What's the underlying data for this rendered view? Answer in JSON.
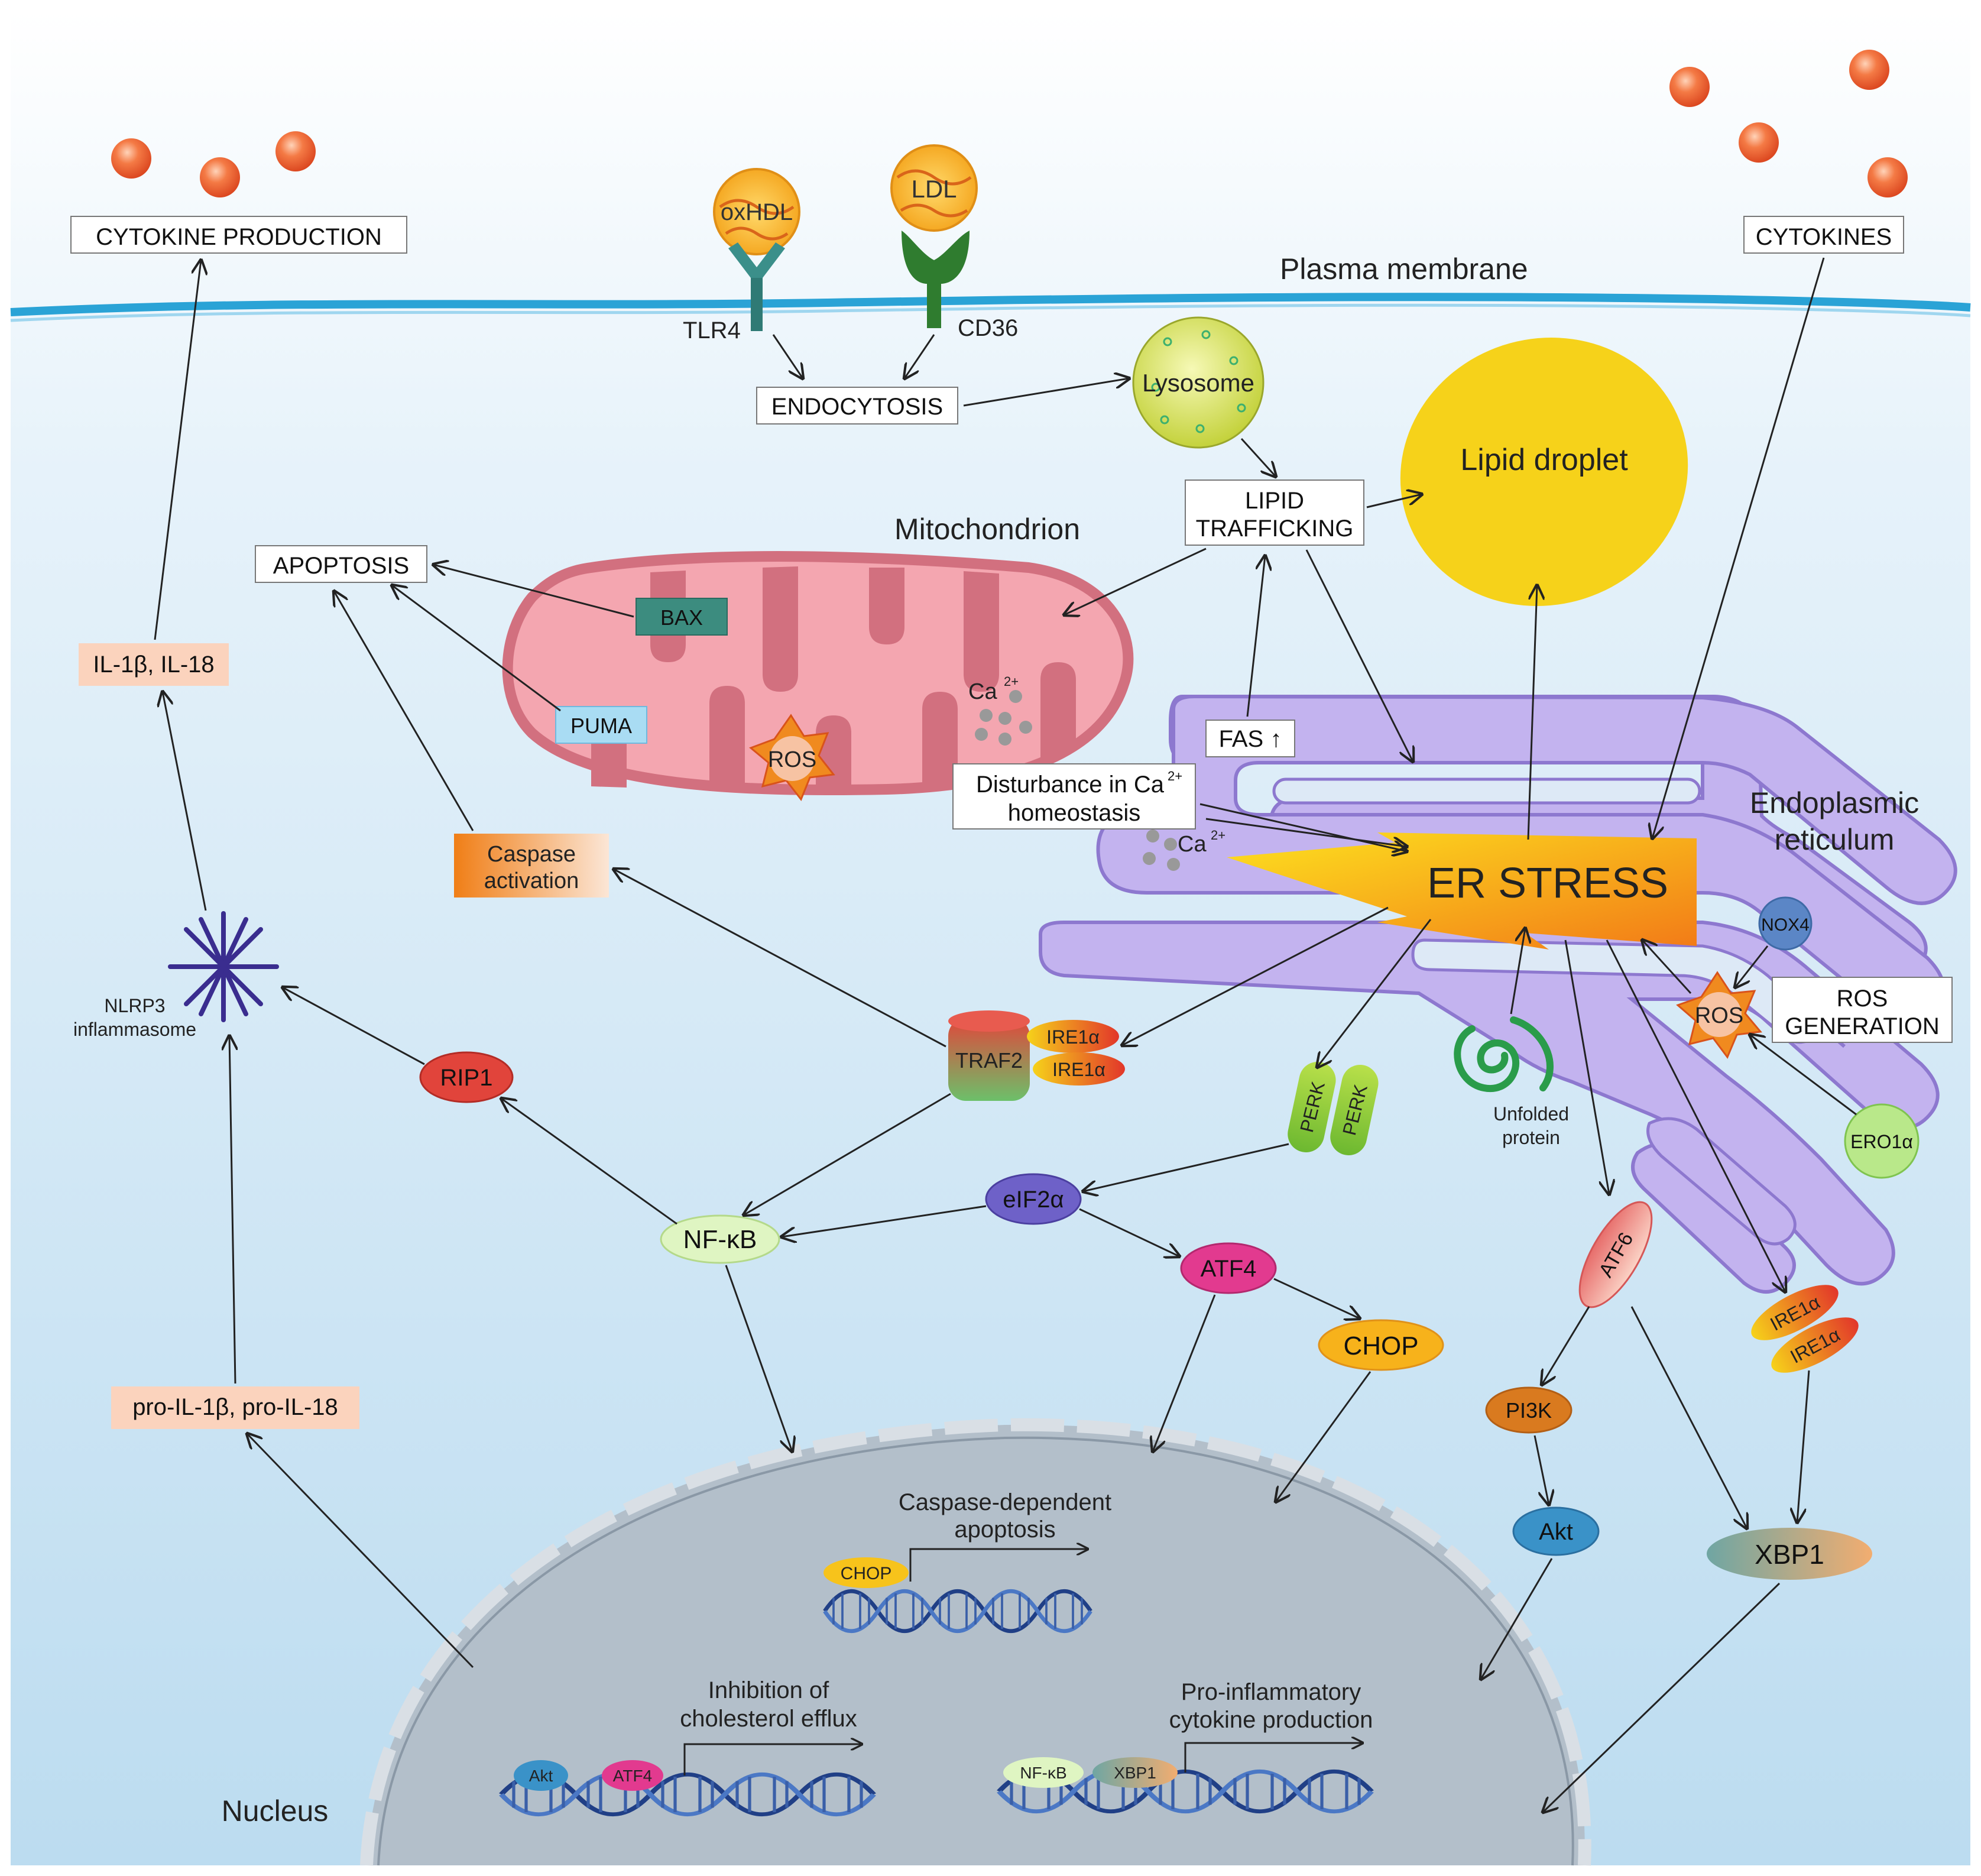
{
  "labels": {
    "cytokine_production": "CYTOKINE PRODUCTION",
    "cytokines": "CYTOKINES",
    "plasma_membrane": "Plasma membrane",
    "oxhdl": "oxHDL",
    "ldl": "LDL",
    "tlr4": "TLR4",
    "cd36": "CD36",
    "endocytosis": "ENDOCYTOSIS",
    "lysosome": "Lysosome",
    "lipid_trafficking_1": "LIPID",
    "lipid_trafficking_2": "TRAFFICKING",
    "lipid_droplet": "Lipid droplet",
    "mitochondrion": "Mitochondrion",
    "apoptosis": "APOPTOSIS",
    "bax": "BAX",
    "puma": "PUMA",
    "ca_mito": "Ca",
    "ca_sup": "2+",
    "ros_mito": "ROS",
    "il1b_il18": "IL-1β, IL-18",
    "fas": "FAS ↑",
    "ca_disturb_1": "Disturbance in Ca",
    "ca_disturb_2": "homeostasis",
    "ca_er": "Ca",
    "endoplasmic_1": "Endoplasmic",
    "endoplasmic_2": "reticulum",
    "er_stress": "ER STRESS",
    "caspase_1": "Caspase",
    "caspase_2": "activation",
    "nlrp3_1": "NLRP3",
    "nlrp3_2": "inflammasome",
    "rip1": "RIP1",
    "traf2": "TRAF2",
    "ire1a": "IRE1α",
    "nox4": "NOX4",
    "ros_gen_1": "ROS",
    "ros_gen_2": "GENERATION",
    "ros_er": "ROS",
    "ero1a": "ERO1α",
    "unfolded_1": "Unfolded",
    "unfolded_2": "protein",
    "perk": "PERK",
    "eif2a": "eIF2α",
    "nfkb": "NF-κB",
    "atf4": "ATF4",
    "atf6": "ATF6",
    "chop": "CHOP",
    "pi3k": "PI3K",
    "akt": "Akt",
    "xbp1": "XBP1",
    "pro_il": "pro-IL-1β, pro-IL-18",
    "caspase_dep_1": "Caspase-dependent",
    "caspase_dep_2": "apoptosis",
    "chop_dna": "CHOP",
    "inhibition_1": "Inhibition of",
    "inhibition_2": "cholesterol efflux",
    "akt_dna": "Akt",
    "atf4_dna": "ATF4",
    "proinf_1": "Pro-inflammatory",
    "proinf_2": "cytokine production",
    "nfkb_dna": "NF-κB",
    "xbp1_dna": "XBP1",
    "nucleus": "Nucleus"
  },
  "colors": {
    "background_top": "#ffffff",
    "background_bottom": "#bcdcf0",
    "membrane": "#2aa3d6",
    "mitochondrion": "#f4a6b0",
    "mitochondrion_edge": "#d2707f",
    "er": "#c3b3ef",
    "er_edge": "#8d78cf",
    "nucleus": "#b3bfca",
    "lipid_droplet": "#f6d21a",
    "er_stress": "#f7a21b",
    "cytokine": "#ef5a2a",
    "dna": "#203f86"
  }
}
